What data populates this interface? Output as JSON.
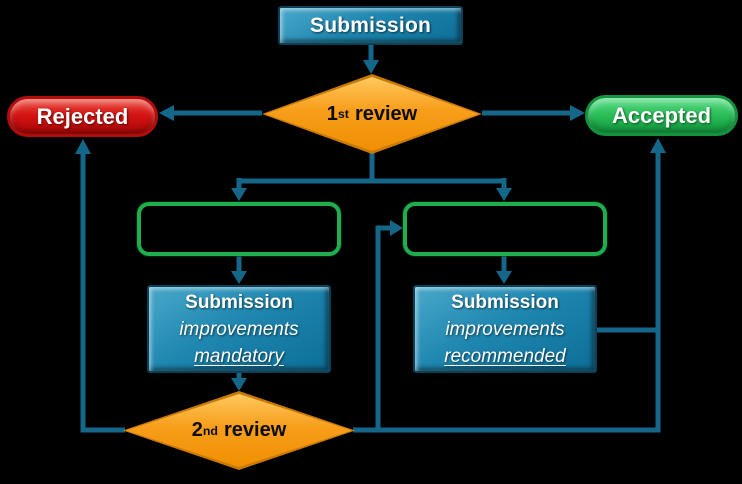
{
  "colors": {
    "background": "#000000",
    "connector": "#15678a",
    "node_blue": "#1f87b0",
    "node_orange": "#f79e1b",
    "node_red": "#d41414",
    "node_green": "#2cc05a",
    "outline_green": "#1fae4e"
  },
  "nodes": {
    "submission": {
      "label": "Submission"
    },
    "first_review": {
      "num": "1",
      "sup": "st",
      "word": "review"
    },
    "rejected": {
      "label": "Rejected"
    },
    "accepted": {
      "label": "Accepted"
    },
    "mandatory_box": {
      "line1": "Submission",
      "line2": "improvements",
      "line3": "mandatory"
    },
    "recommended_box": {
      "line1": "Submission",
      "line2": "improvements",
      "line3": "recommended"
    },
    "second_review": {
      "num": "2",
      "sup": "nd",
      "word": "review"
    }
  }
}
